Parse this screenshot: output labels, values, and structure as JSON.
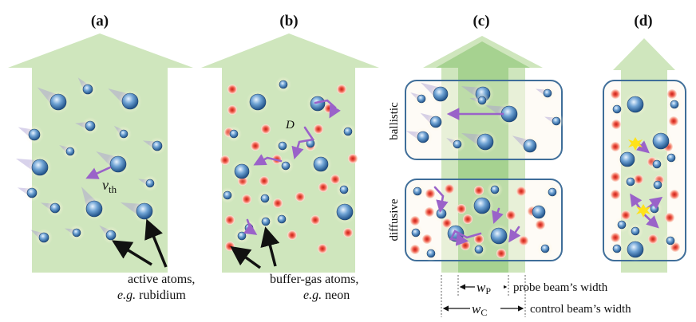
{
  "panels": {
    "a": {
      "label": "(a)",
      "velocity_label": "v",
      "velocity_subscript": "th",
      "caption_line1": "active atoms,",
      "caption_line2_italic": "e.g.",
      "caption_line2_rest": " rubidium"
    },
    "b": {
      "label": "(b)",
      "diffusion_label": "D",
      "caption_line1": "buffer-gas atoms,",
      "caption_line2_italic": "e.g.",
      "caption_line2_rest": " neon"
    },
    "c": {
      "label": "(c)",
      "regime_top": "ballistic",
      "regime_bottom": "diffusive",
      "probe_symbol": "w",
      "probe_subscript": "P",
      "probe_text": "probe beam’s width",
      "control_symbol": "w",
      "control_subscript": "C",
      "control_text": "control beam’s width"
    },
    "d": {
      "label": "(d)"
    }
  },
  "colors": {
    "control_beam": "#c9e4b4",
    "probe_beam": "#8fc57a",
    "active_atom": "#4a80b8",
    "buffer_atom": "#e0463a",
    "trajectory": "#9a62c9",
    "box_outline": "#3f6e99",
    "collision_flash": "#ffe21a"
  },
  "icons": [
    "active-atom-icon",
    "buffer-gas-atom-icon",
    "trajectory-arrow-icon",
    "collision-flash-icon"
  ]
}
